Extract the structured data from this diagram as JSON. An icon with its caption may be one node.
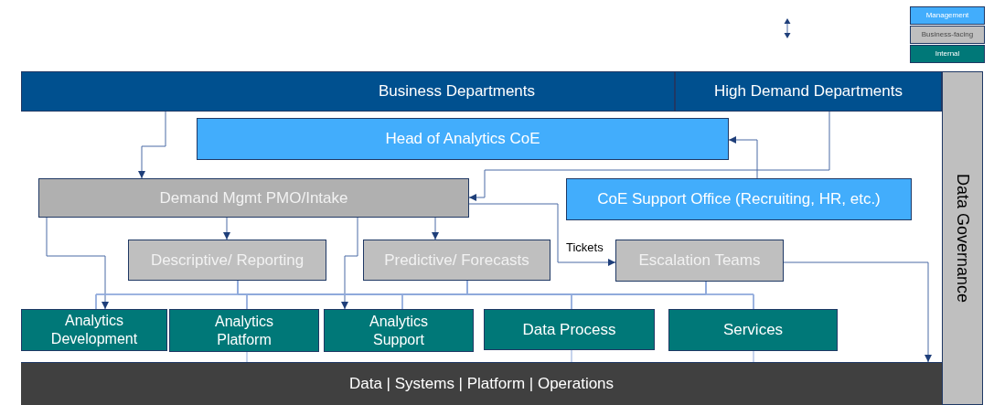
{
  "diagram": {
    "nodes": [
      {
        "text": [
          "Business Departments"
        ]
      },
      {
        "text": [
          "High Demand Departments"
        ]
      },
      {
        "text": [
          "Head of Analytics CoE"
        ]
      },
      {
        "text": [
          "Demand Mgmt PMO/Intake"
        ]
      },
      {
        "text": [
          "CoE Support Office (Recruiting, HR, etc.)"
        ]
      },
      {
        "text": [
          "Descriptive/ Reporting"
        ]
      },
      {
        "text": [
          "Predictive/ Forecasts"
        ]
      },
      {
        "text": [
          "Escalation Teams"
        ]
      },
      {
        "text": [
          "Analytics Development"
        ]
      },
      {
        "text": [
          "Analytics Platform"
        ]
      },
      {
        "text": [
          "Analytics Support"
        ]
      },
      {
        "text": [
          "Data Process"
        ]
      },
      {
        "text": [
          "Services"
        ]
      },
      {
        "text": [
          "Data | Systems | Platform | Operations"
        ]
      },
      {
        "text": [
          "Data Governance"
        ]
      }
    ],
    "edges": [
      {
        "from": 0,
        "to": 3,
        "arrow": "to"
      },
      {
        "from": 1,
        "to": 3,
        "arrow": "to"
      },
      {
        "from": 4,
        "to": 2,
        "arrow": "to"
      },
      {
        "from": 3,
        "to": 5,
        "arrow": "to"
      },
      {
        "from": 3,
        "to": 6,
        "arrow": "to"
      },
      {
        "from": 3,
        "to": 8,
        "arrow": "to"
      },
      {
        "from": 3,
        "to": 10,
        "arrow": "to"
      },
      {
        "from": 3,
        "to": 7,
        "arrow": "to",
        "label": "Tickets"
      },
      {
        "from": 7,
        "to": 13,
        "arrow": "to"
      },
      {
        "from": 5,
        "to": 8,
        "arrow": "none"
      },
      {
        "from": 5,
        "to": 9,
        "arrow": "none"
      },
      {
        "from": 5,
        "to": 10,
        "arrow": "none"
      },
      {
        "from": 5,
        "to": 11,
        "arrow": "none"
      },
      {
        "from": 5,
        "to": 12,
        "arrow": "none"
      },
      {
        "from": 6,
        "to": 8,
        "arrow": "none"
      },
      {
        "from": 6,
        "to": 9,
        "arrow": "none"
      },
      {
        "from": 6,
        "to": 10,
        "arrow": "none"
      },
      {
        "from": 6,
        "to": 11,
        "arrow": "none"
      },
      {
        "from": 6,
        "to": 12,
        "arrow": "none"
      },
      {
        "from": 7,
        "to": 8,
        "arrow": "none"
      },
      {
        "from": 7,
        "to": 9,
        "arrow": "none"
      },
      {
        "from": 7,
        "to": 10,
        "arrow": "none"
      },
      {
        "from": 7,
        "to": 11,
        "arrow": "none"
      },
      {
        "from": 7,
        "to": 12,
        "arrow": "none"
      },
      {
        "from": 9,
        "to": 13,
        "arrow": "none"
      },
      {
        "from": 11,
        "to": 13,
        "arrow": "none"
      },
      {
        "from": 12,
        "to": 13,
        "arrow": "none"
      }
    ],
    "legend": [
      {
        "text": "Management",
        "color": "#42adfc"
      },
      {
        "text": "Business-facing",
        "color": "#bfbfbf"
      },
      {
        "text": "Internal",
        "color": "#007878"
      }
    ]
  }
}
